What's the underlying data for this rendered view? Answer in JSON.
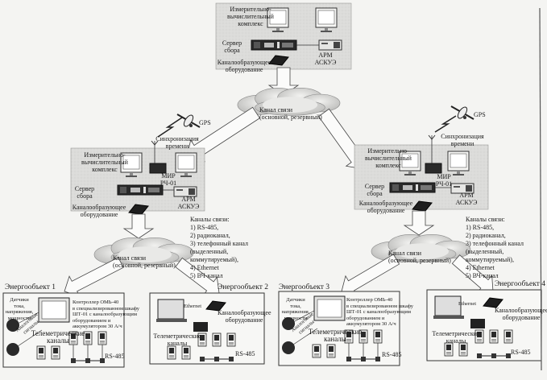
{
  "diagram": {
    "top_complex": {
      "title": "Измерительно-вычислительный комплекс",
      "title_lines": [
        "Измерительно-",
        "вычислительный",
        "комплекс"
      ],
      "server": [
        "Сервер",
        "сбора"
      ],
      "arm": [
        "АРМ",
        "АСКУЭ"
      ],
      "channel_equipment": [
        "Каналообразующее",
        "оборудование"
      ]
    },
    "top_cloud": [
      "Канал связи",
      "(основной, резервный)"
    ],
    "regional_complex": {
      "title_lines": [
        "Измерительно-",
        "вычислительный",
        "комплекс"
      ],
      "server": [
        "Сервер",
        "сбора"
      ],
      "arm": [
        "АРМ",
        "АСКУЭ"
      ],
      "mir": [
        "МИР",
        "РЧ-01"
      ],
      "sync": [
        "Синхронизация",
        "времени"
      ],
      "gps": "GPS",
      "channel_equipment": [
        "Каналообразующее",
        "оборудование"
      ]
    },
    "regional_cloud": [
      "Канал связи",
      "(основной, резервный)"
    ],
    "channels_list": {
      "title": "Каналы связи:",
      "items": [
        "1) RS-485,",
        "2) радиоканал,",
        "3) телефонный канал",
        "(выделенный,",
        "коммутируемый),",
        "4) Ethernet",
        "5) ВЧ-канал"
      ]
    },
    "energy_objects": [
      {
        "title": "Энергообъект 1",
        "type": "controller"
      },
      {
        "title": "Энергообъект 2",
        "type": "ethernet"
      },
      {
        "title": "Энергообъект 3",
        "type": "controller"
      },
      {
        "title": "Энергообъект 4",
        "type": "ethernet"
      }
    ],
    "controller_object": {
      "sensors": [
        "Датчики",
        "тока,",
        "напряжения,",
        "мощности"
      ],
      "analog_signals": [
        "Аналоговые",
        "сигналы"
      ],
      "controller": [
        "Контроллер ОМЬ-40",
        "в специализированном шкафу",
        "ШТ-01 с каналообразующим",
        "оборудованием и",
        "аккумулятором 30 А/ч"
      ],
      "telemetry": [
        "Телеметрические",
        "каналы"
      ],
      "bus": "RS-485"
    },
    "ethernet_object": {
      "ethernet": "Ethernet",
      "channel_equipment": [
        "Каналообразующее",
        "оборудование"
      ],
      "telemetry": [
        "Телеметрические",
        "каналы"
      ],
      "bus": "RS-485"
    }
  }
}
